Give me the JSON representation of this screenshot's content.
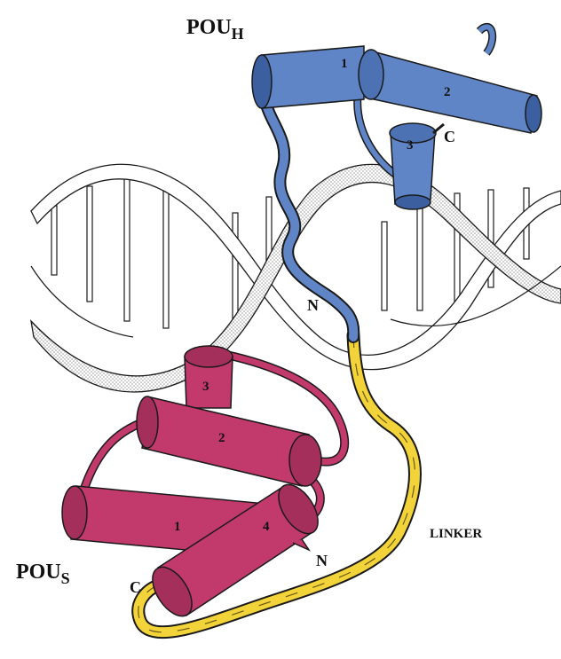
{
  "labels": {
    "pou_h_main": "POU",
    "pou_h_sub": "H",
    "pou_s_main": "POU",
    "pou_s_sub": "S",
    "linker": "LINKER",
    "n_top": "N",
    "c_top": "C",
    "n_bottom": "N",
    "c_bottom": "C"
  },
  "helices": {
    "pou_h": [
      "1",
      "2",
      "3"
    ],
    "pou_s": [
      "1",
      "2",
      "3",
      "4"
    ]
  },
  "colors": {
    "pou_h": "#5f85c6",
    "pou_h_dark": "#3b5f9f",
    "pou_s": "#c23a6b",
    "pou_s_dark": "#8f2450",
    "linker": "#f2d43a",
    "dna_backbone": "#d8d8d8",
    "outline": "#1a1a1a"
  }
}
